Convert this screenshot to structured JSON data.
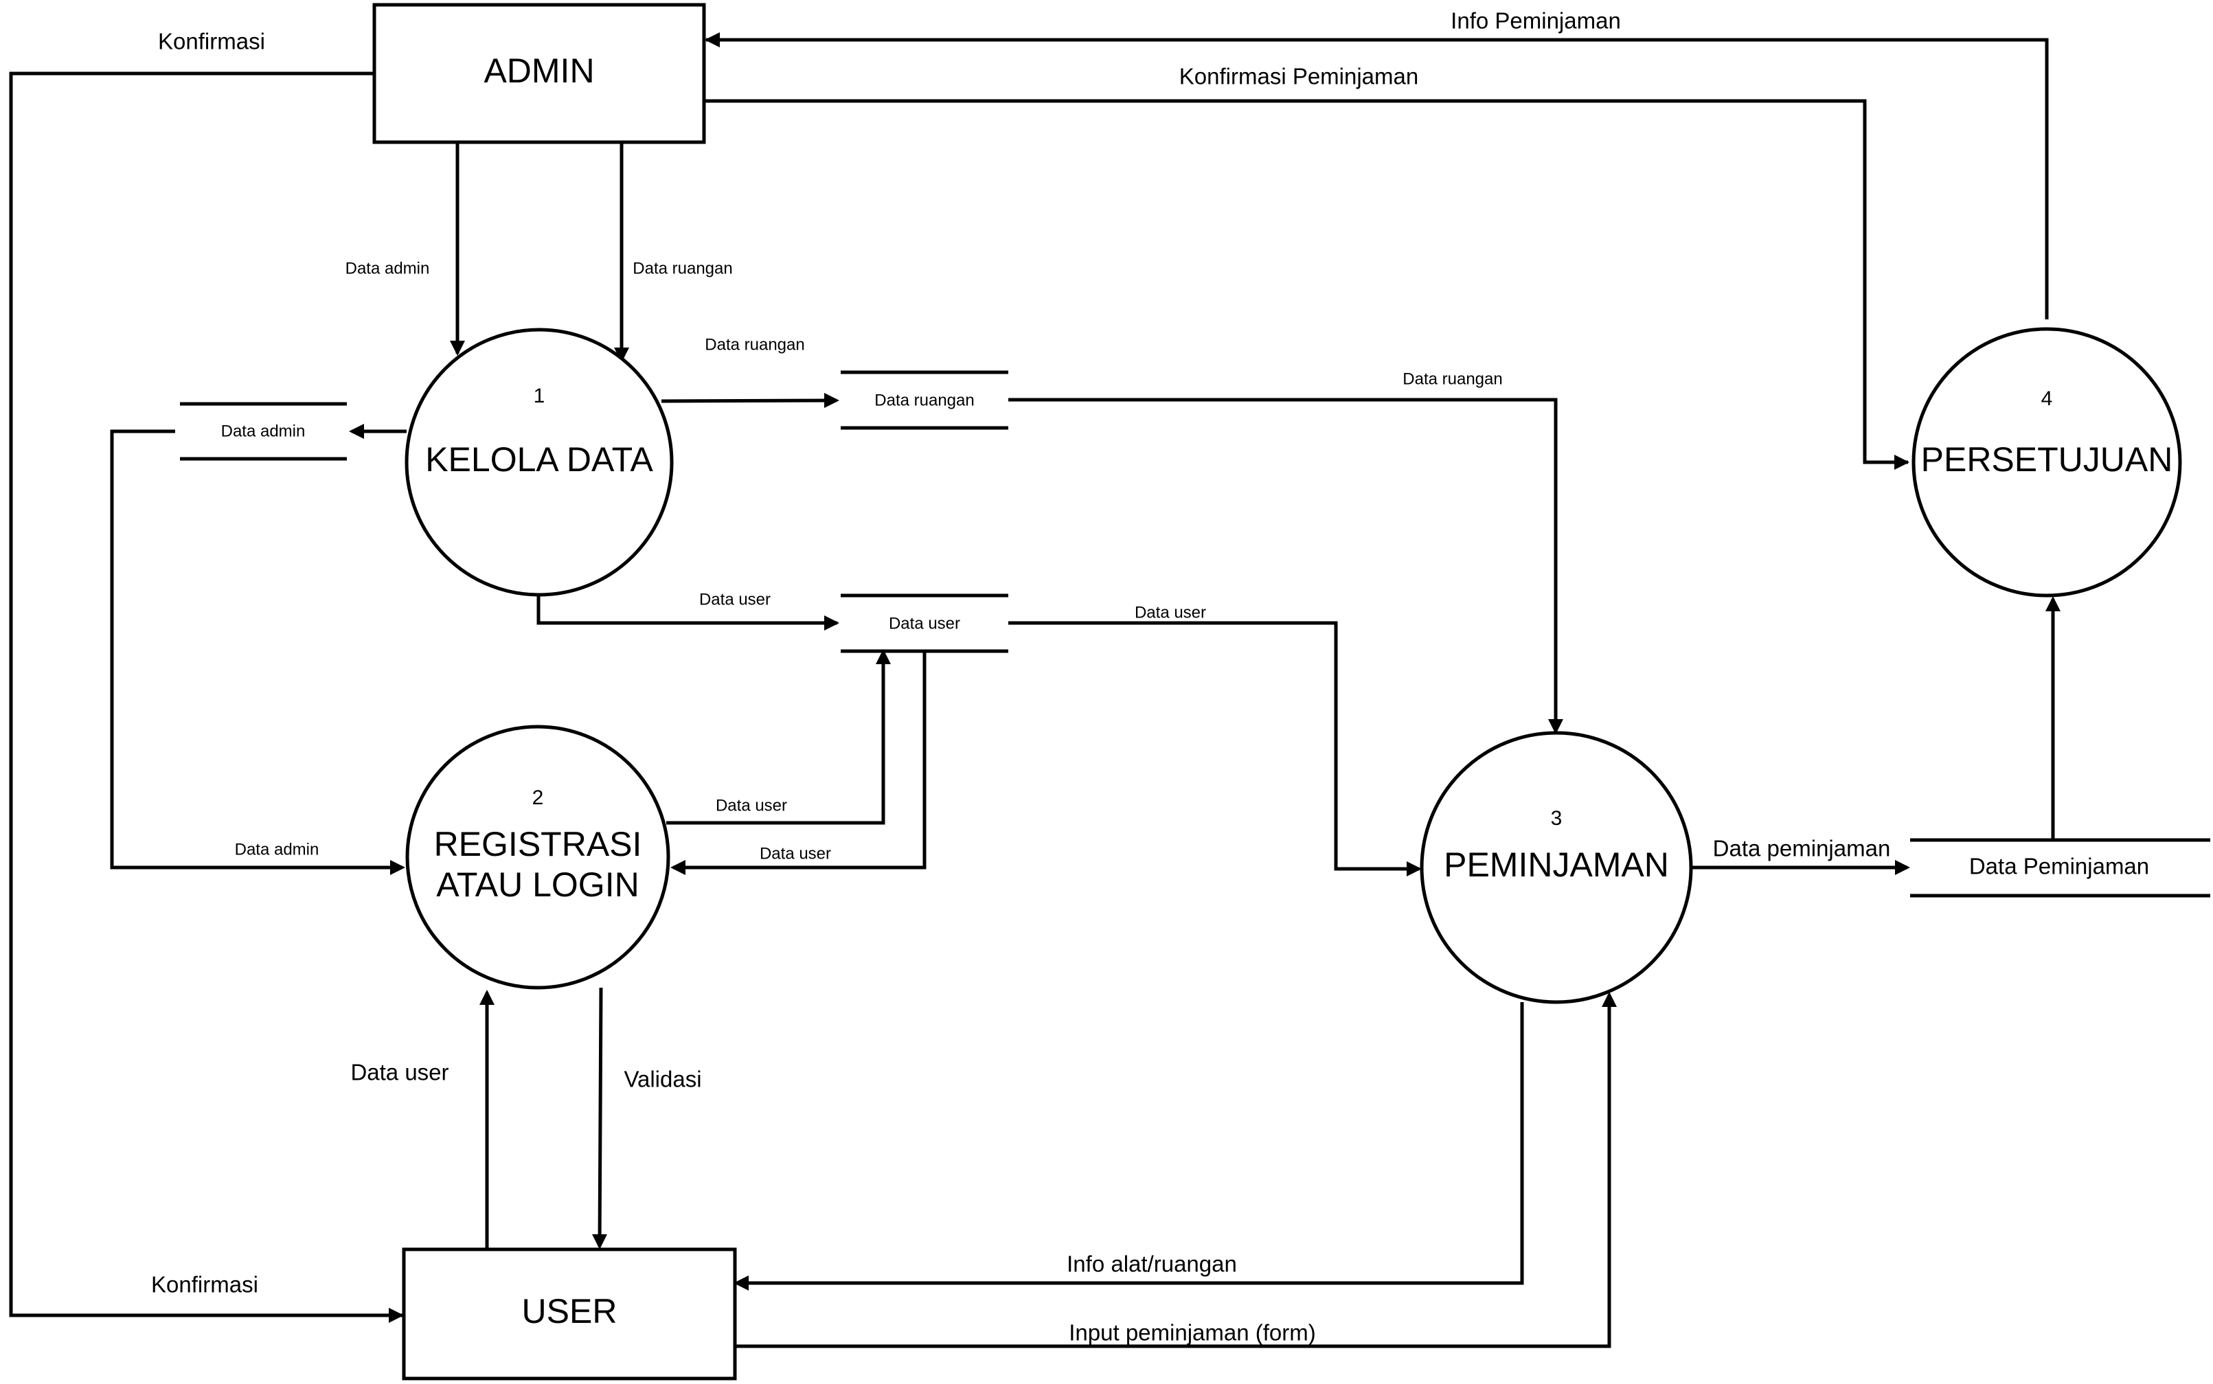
{
  "entities": {
    "admin": {
      "label": "ADMIN"
    },
    "user": {
      "label": "USER"
    }
  },
  "processes": {
    "p1": {
      "number": "1",
      "label": "KELOLA DATA"
    },
    "p2": {
      "number": "2",
      "label_line1": "REGISTRASI",
      "label_line2": "ATAU LOGIN"
    },
    "p3": {
      "number": "3",
      "label": "PEMINJAMAN"
    },
    "p4": {
      "number": "4",
      "label": "PERSETUJUAN"
    }
  },
  "stores": {
    "admin": {
      "label": "Data admin"
    },
    "ruangan": {
      "label": "Data ruangan"
    },
    "user": {
      "label": "Data user"
    },
    "peminjaman": {
      "label": "Data Peminjaman"
    }
  },
  "flows": {
    "konfirmasi_admin": "Konfirmasi",
    "konfirmasi_user": "Konfirmasi",
    "info_peminjaman": "Info Peminjaman",
    "konfirmasi_peminjaman": "Konfirmasi Peminjaman",
    "admin_data_admin": "Data admin",
    "admin_data_ruangan": "Data ruangan",
    "p1_to_store_ruangan": "Data ruangan",
    "store_ruangan_to_p3": "Data ruangan",
    "p1_to_store_user": "Data user",
    "store_user_to_p3": "Data user",
    "p2_to_store_user": "Data user",
    "store_user_to_p2": "Data user",
    "store_admin_to_p2": "Data admin",
    "user_to_p2": "Data user",
    "p2_to_user": "Validasi",
    "p3_to_store_peminjaman": "Data peminjaman",
    "p3_to_user": "Info alat/ruangan",
    "user_to_p3": "Input peminjaman (form)"
  }
}
